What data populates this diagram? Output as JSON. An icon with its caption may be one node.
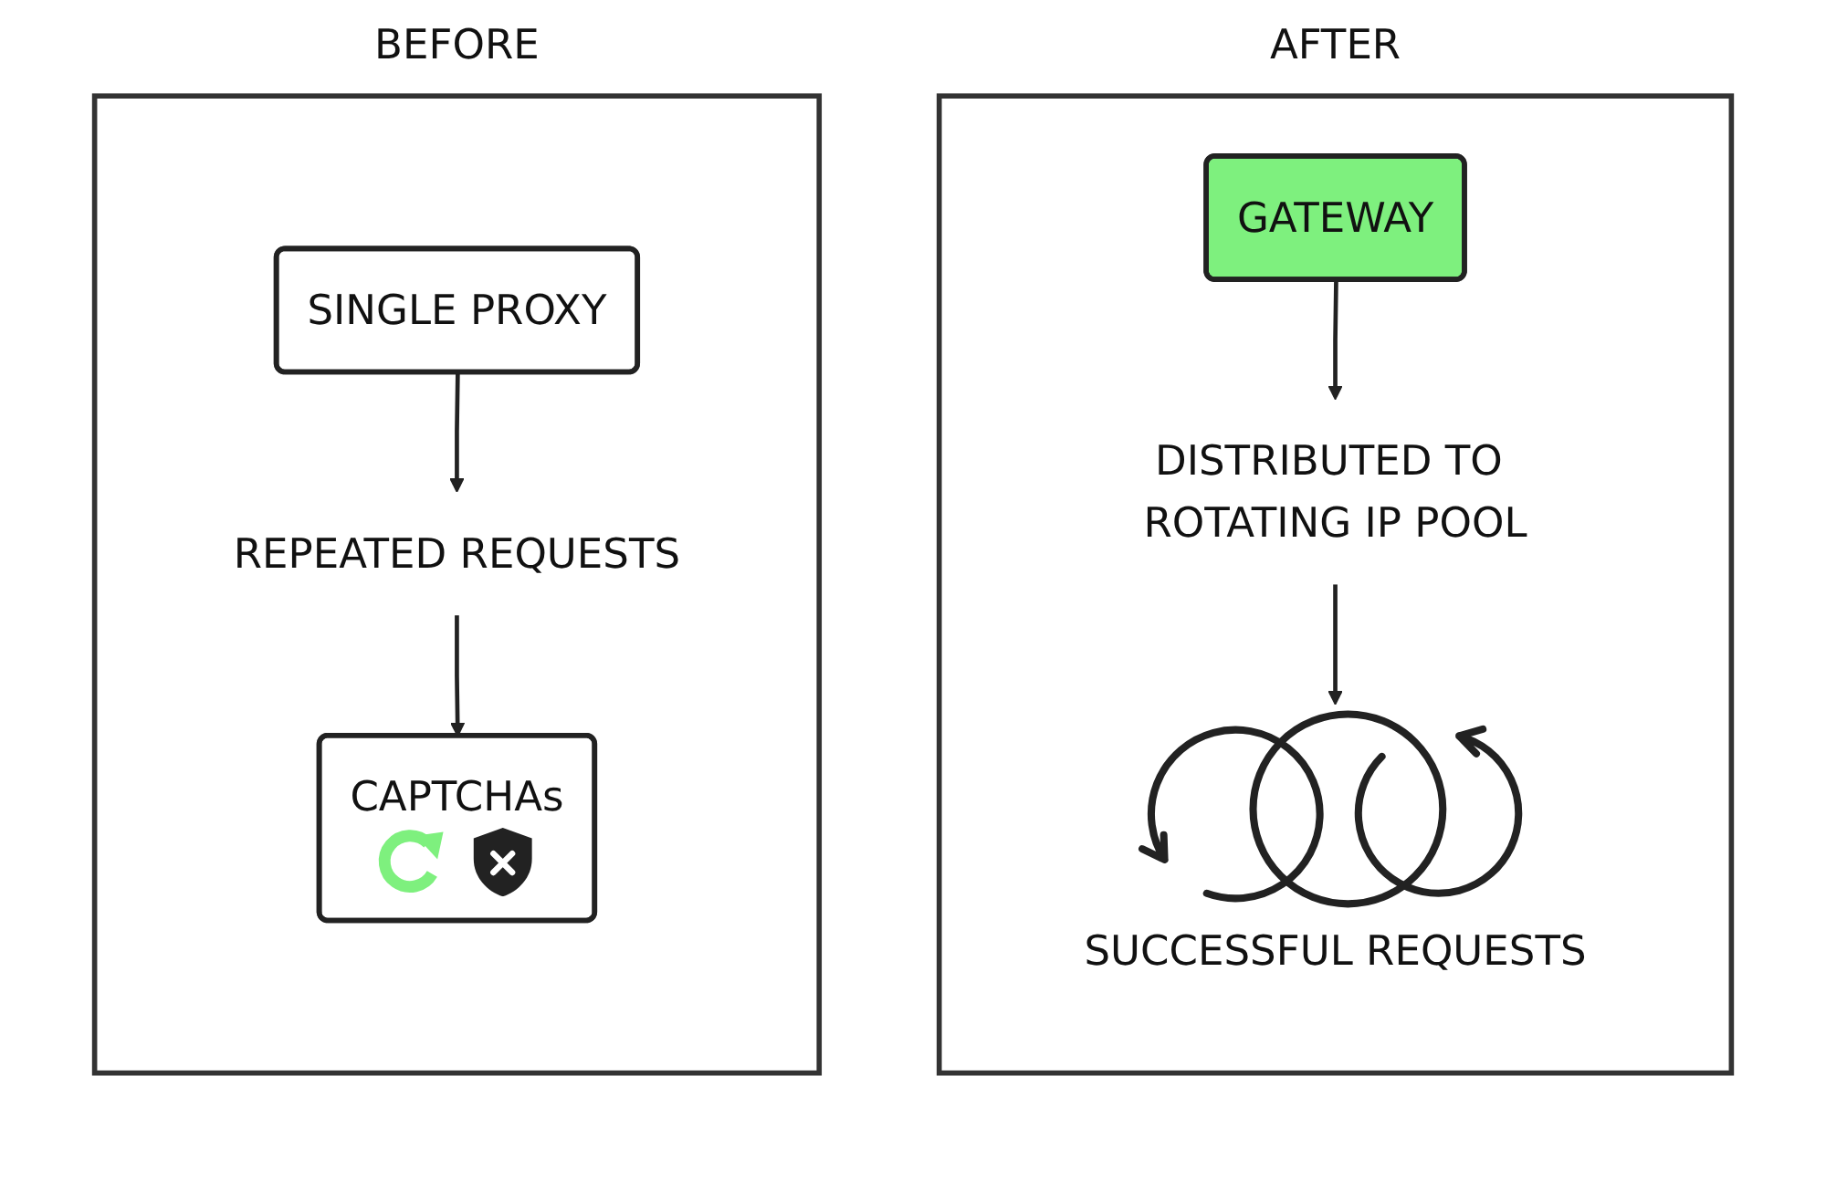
{
  "diagram": {
    "nodes": [
      {
        "text": [
          "BEFORE"
        ]
      },
      {
        "text": [
          "SINGLE PROXY"
        ],
        "in": 0
      },
      {
        "text": [
          "REPEATED REQUESTS"
        ],
        "in": 0
      },
      {
        "text": [
          "CAPTCHAs"
        ],
        "in": 0
      },
      {
        "text": [
          "AFTER"
        ]
      },
      {
        "text": [
          "GATEWAY"
        ],
        "in": 4
      },
      {
        "text": [
          "DISTRIBUTED TO ROTATING IP POOL"
        ],
        "in": 4
      },
      {
        "text": [],
        "shape": "picture",
        "in": 4,
        "beside": [
          "SUCCESSFUL REQUESTS"
        ]
      }
    ],
    "edges": [
      {
        "from": 1,
        "to": 2,
        "arrow": "to"
      },
      {
        "from": 2,
        "to": 3,
        "arrow": "to"
      },
      {
        "from": 5,
        "to": 6,
        "arrow": "to"
      },
      {
        "from": 6,
        "to": 7,
        "arrow": "to"
      }
    ]
  }
}
